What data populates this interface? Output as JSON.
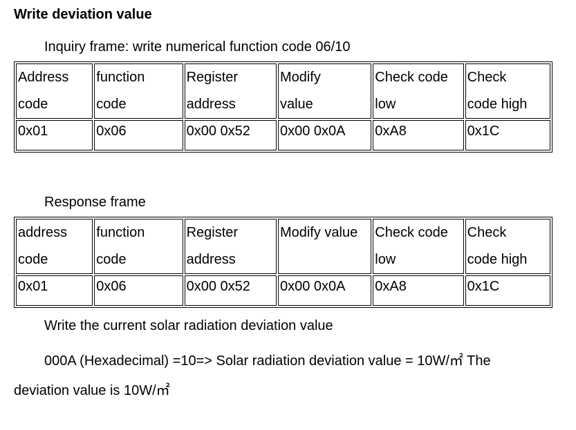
{
  "heading": "Write deviation value",
  "inquiry_caption": "Inquiry frame: write numerical function code 06/10",
  "inquiry_table": {
    "headers": [
      "Address\n code",
      "function\ncode",
      "Register\naddress",
      "Modify\nvalue",
      "Check code\nlow",
      "Check\ncode high"
    ],
    "values": [
      "0x01",
      "0x06",
      "0x00 0x52",
      "0x00 0x0A",
      "0xA8",
      "0x1C"
    ]
  },
  "response_caption": "Response frame",
  "response_table": {
    "headers": [
      "address\ncode",
      "function\ncode",
      "Register\n address",
      "Modify value",
      "Check code\nlow",
      "Check\ncode high"
    ],
    "values": [
      "0x01",
      "0x06",
      "0x00 0x52",
      "0x00 0x0A",
      "0xA8",
      "0x1C"
    ]
  },
  "note_line1": "Write the current solar radiation deviation value",
  "note_line2": "000A (Hexadecimal) =10=> Solar radiation deviation value = 10W/㎡ The",
  "note_line3": "deviation value is 10W/㎡"
}
